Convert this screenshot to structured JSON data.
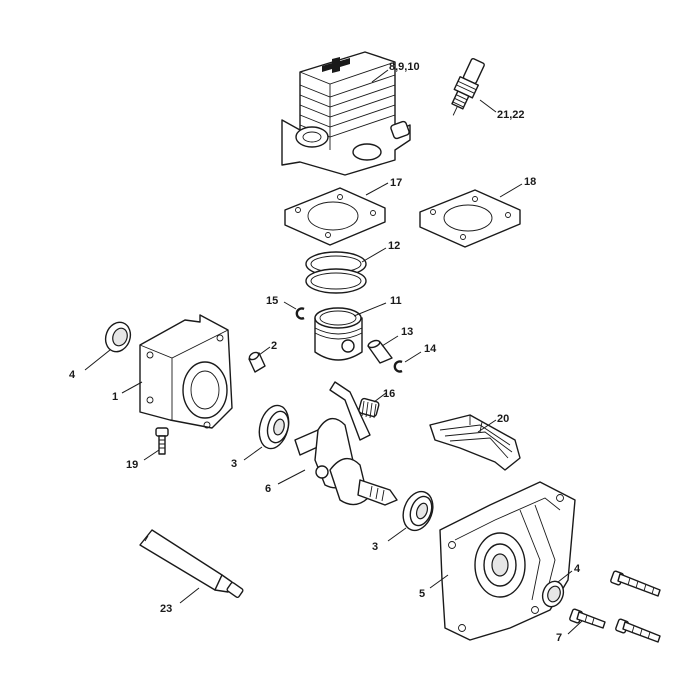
{
  "labels": {
    "cylinder": "8,9,10",
    "spark_plug": "21,22",
    "gasket_17": "17",
    "gasket_18": "18",
    "piston_ring": "12",
    "circlip_left": "15",
    "piston": "11",
    "piston_pin": "13",
    "circlip_right": "14",
    "seal_left": "4",
    "crankcase_left": "1",
    "sleeve": "2",
    "needle_cage": "16",
    "bearing_left": "3",
    "screw_19": "19",
    "crankshaft": "6",
    "shield": "20",
    "bearing_right": "3",
    "tube": "23",
    "crankcase_right": "5",
    "seal_right": "4",
    "screw_7": "7"
  }
}
